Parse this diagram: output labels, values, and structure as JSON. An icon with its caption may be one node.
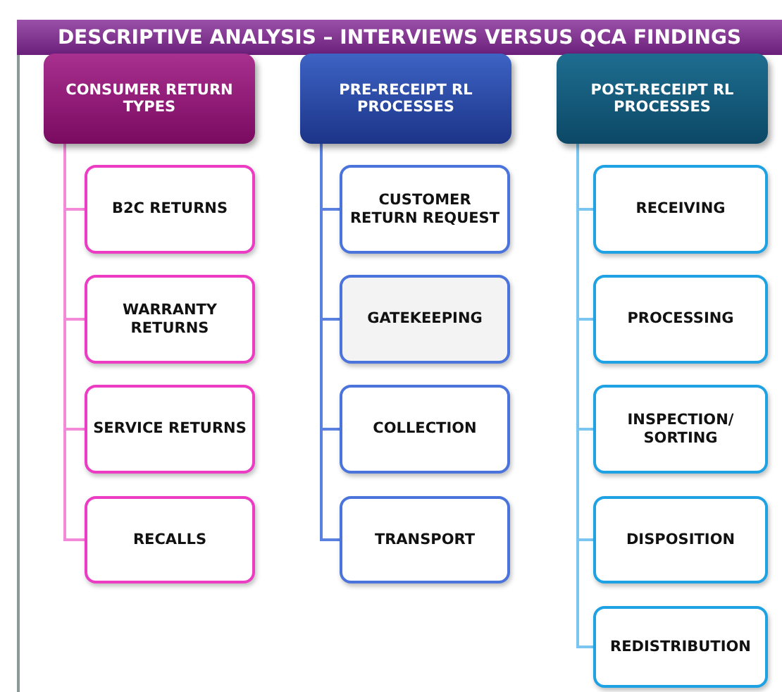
{
  "diagram": {
    "title": "DESCRIPTIVE ANALYSIS – INTERVIEWS VERSUS QCA FINDINGS",
    "nodes": [
      {
        "text": [
          "CONSUMER RETURN TYPES"
        ]
      },
      {
        "text": [
          "B2C RETURNS"
        ]
      },
      {
        "text": [
          "WARRANTY RETURNS"
        ]
      },
      {
        "text": [
          "SERVICE RETURNS"
        ]
      },
      {
        "text": [
          "RECALLS"
        ]
      },
      {
        "text": [
          "PRE-RECEIPT RL PROCESSES"
        ]
      },
      {
        "text": [
          "CUSTOMER RETURN REQUEST"
        ]
      },
      {
        "text": [
          "GATEKEEPING"
        ]
      },
      {
        "text": [
          "COLLECTION"
        ]
      },
      {
        "text": [
          "TRANSPORT"
        ]
      },
      {
        "text": [
          "POST-RECEIPT RL PROCESSES"
        ]
      },
      {
        "text": [
          "RECEIVING"
        ]
      },
      {
        "text": [
          "PROCESSING"
        ]
      },
      {
        "text": [
          "INSPECTION/ SORTING"
        ]
      },
      {
        "text": [
          "DISPOSITION"
        ]
      },
      {
        "text": [
          "REDISTRIBUTION"
        ]
      }
    ],
    "edges": [
      {
        "from": 0,
        "to": 1,
        "arrow": "none",
        "color": "#f28ad8"
      },
      {
        "from": 0,
        "to": 2,
        "arrow": "none",
        "color": "#f28ad8"
      },
      {
        "from": 0,
        "to": 3,
        "arrow": "none",
        "color": "#f28ad8"
      },
      {
        "from": 0,
        "to": 4,
        "arrow": "none",
        "color": "#f28ad8"
      },
      {
        "from": 5,
        "to": 6,
        "arrow": "none",
        "color": "#5a80e0"
      },
      {
        "from": 5,
        "to": 7,
        "arrow": "none",
        "color": "#5a80e0"
      },
      {
        "from": 5,
        "to": 8,
        "arrow": "none",
        "color": "#5a80e0"
      },
      {
        "from": 5,
        "to": 9,
        "arrow": "none",
        "color": "#5a80e0"
      },
      {
        "from": 10,
        "to": 11,
        "arrow": "none",
        "color": "#7ac6f0"
      },
      {
        "from": 10,
        "to": 12,
        "arrow": "none",
        "color": "#7ac6f0"
      },
      {
        "from": 10,
        "to": 13,
        "arrow": "none",
        "color": "#7ac6f0"
      },
      {
        "from": 10,
        "to": 14,
        "arrow": "none",
        "color": "#7ac6f0"
      },
      {
        "from": 10,
        "to": 15,
        "arrow": "none",
        "color": "#7ac6f0"
      }
    ]
  }
}
